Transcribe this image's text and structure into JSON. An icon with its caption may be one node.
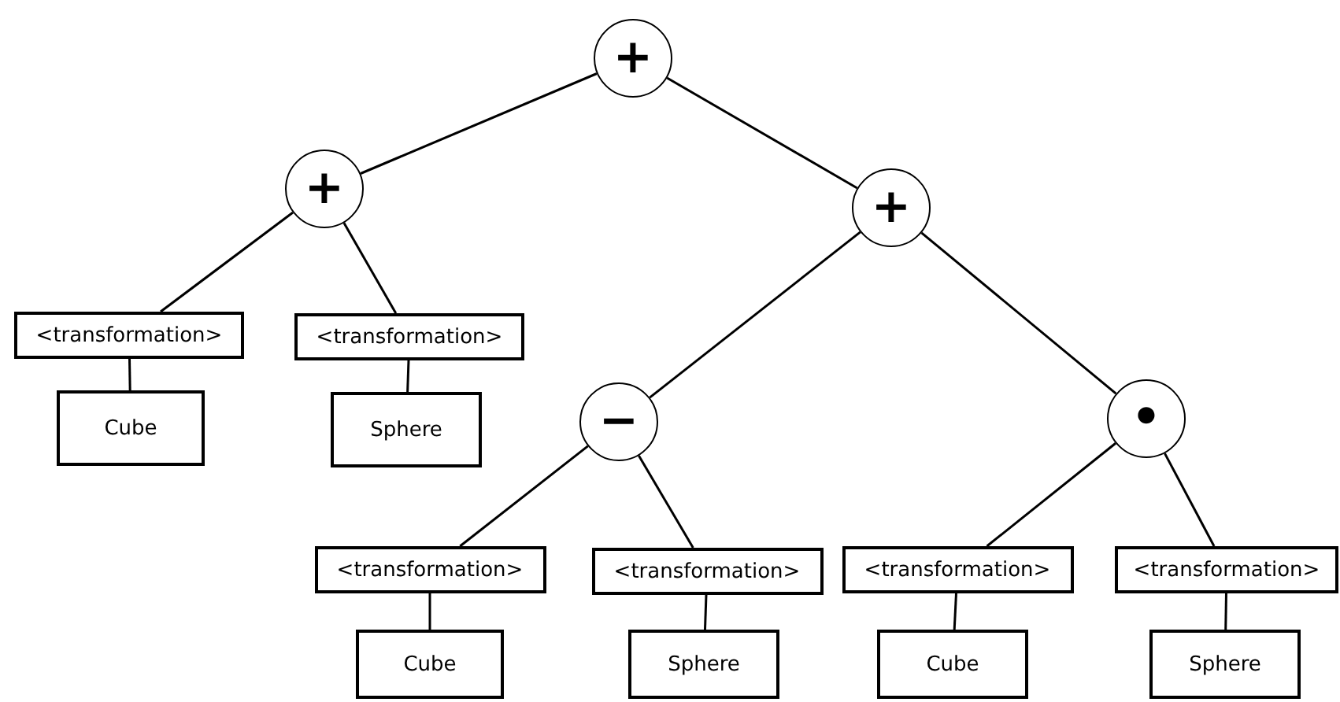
{
  "diagram": {
    "nodes": [
      {
        "text": [
          "+"
        ]
      },
      {
        "text": [
          "+"
        ]
      },
      {
        "text": [
          "+"
        ]
      },
      {
        "text": [
          "<transformation>"
        ]
      },
      {
        "text": [
          "Cube"
        ]
      },
      {
        "text": [
          "<transformation>"
        ]
      },
      {
        "text": [
          "Sphere"
        ]
      },
      {
        "text": [
          "−"
        ]
      },
      {
        "text": [
          "•"
        ]
      },
      {
        "text": [
          "<transformation>"
        ]
      },
      {
        "text": [
          "Cube"
        ]
      },
      {
        "text": [
          "<transformation>"
        ]
      },
      {
        "text": [
          "Sphere"
        ]
      },
      {
        "text": [
          "<transformation>"
        ]
      },
      {
        "text": [
          "Cube"
        ]
      },
      {
        "text": [
          "<transformation>"
        ]
      },
      {
        "text": [
          "Sphere"
        ]
      }
    ],
    "edges": [
      {
        "from": 0,
        "to": 1,
        "arrow": "none"
      },
      {
        "from": 0,
        "to": 2,
        "arrow": "none"
      },
      {
        "from": 1,
        "to": 3,
        "arrow": "none"
      },
      {
        "from": 1,
        "to": 5,
        "arrow": "none"
      },
      {
        "from": 3,
        "to": 4,
        "arrow": "none"
      },
      {
        "from": 5,
        "to": 6,
        "arrow": "none"
      },
      {
        "from": 2,
        "to": 7,
        "arrow": "none"
      },
      {
        "from": 2,
        "to": 8,
        "arrow": "none"
      },
      {
        "from": 7,
        "to": 9,
        "arrow": "none"
      },
      {
        "from": 7,
        "to": 11,
        "arrow": "none"
      },
      {
        "from": 9,
        "to": 10,
        "arrow": "none"
      },
      {
        "from": 11,
        "to": 12,
        "arrow": "none"
      },
      {
        "from": 8,
        "to": 13,
        "arrow": "none"
      },
      {
        "from": 8,
        "to": 15,
        "arrow": "none"
      },
      {
        "from": 13,
        "to": 14,
        "arrow": "none"
      },
      {
        "from": 15,
        "to": 16,
        "arrow": "none"
      }
    ]
  }
}
